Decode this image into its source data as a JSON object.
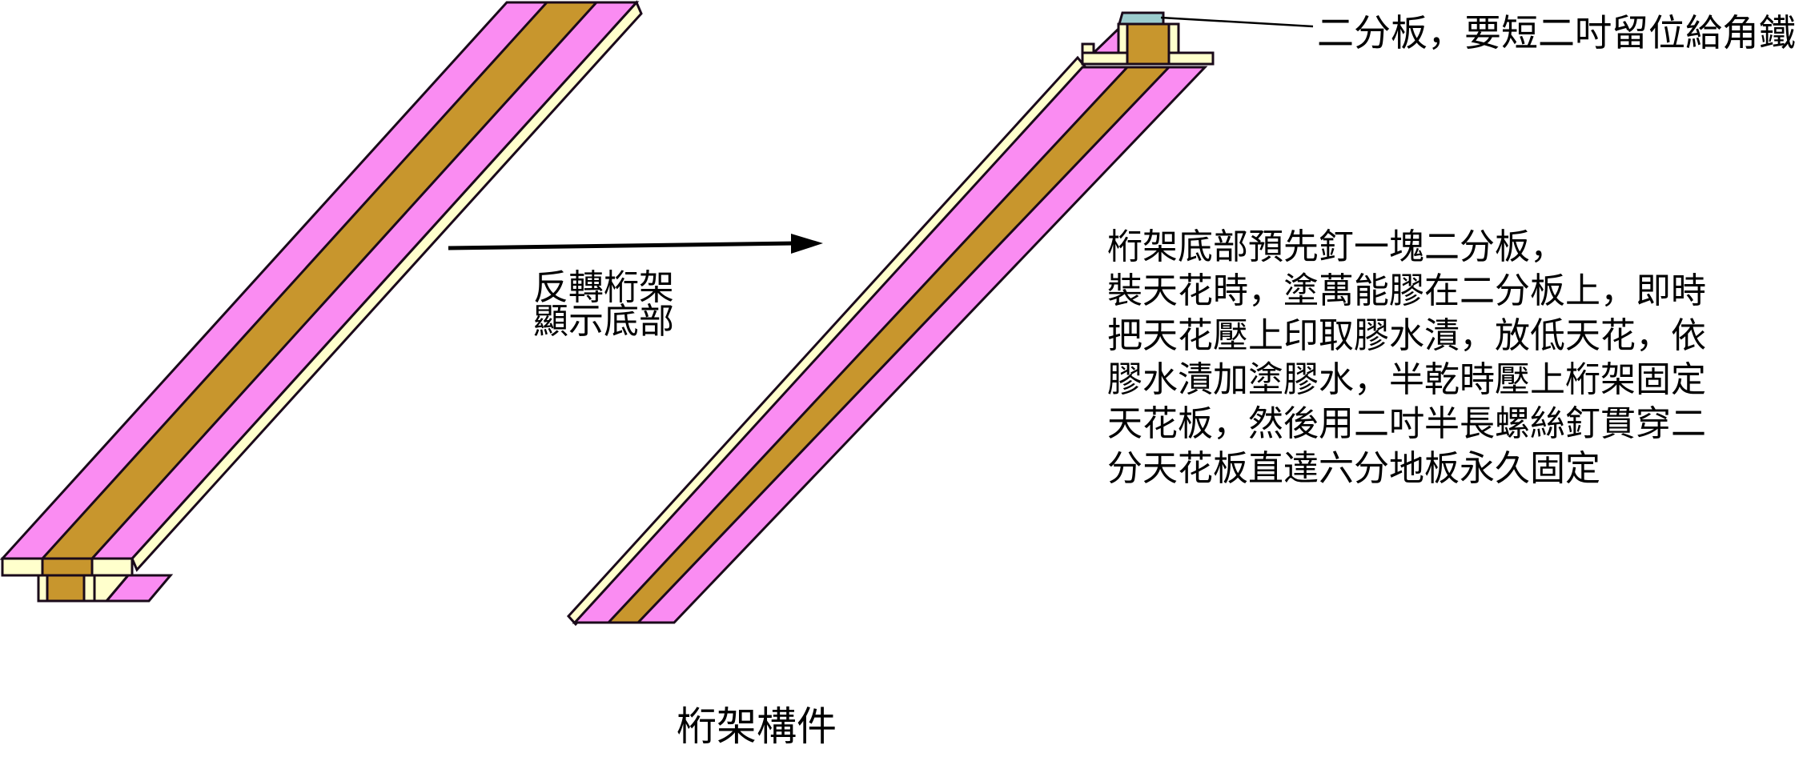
{
  "colors": {
    "pink": "#FA8CF2",
    "brown": "#C8962D",
    "cream": "#FFFFCC",
    "cyan": "#9CCCCE",
    "outline": "#1a0a1a",
    "text": "#000000",
    "background": "#ffffff"
  },
  "diagram": {
    "arrow_label": {
      "line1": "反轉桁架",
      "line2": "顯示底部"
    },
    "annotation": "二分板，要短二吋留位給角鐵",
    "instructions": [
      "桁架底部預先釘一塊二分板，",
      "裝天花時，塗萬能膠在二分板上，即時",
      "把天花壓上印取膠水漬，放低天花，依",
      "膠水漬加塗膠水，半乾時壓上桁架固定",
      "天花板，然後用二吋半長螺絲釘貫穿二",
      "分天花板直達六分地板永久固定"
    ],
    "caption": "桁架構件"
  }
}
